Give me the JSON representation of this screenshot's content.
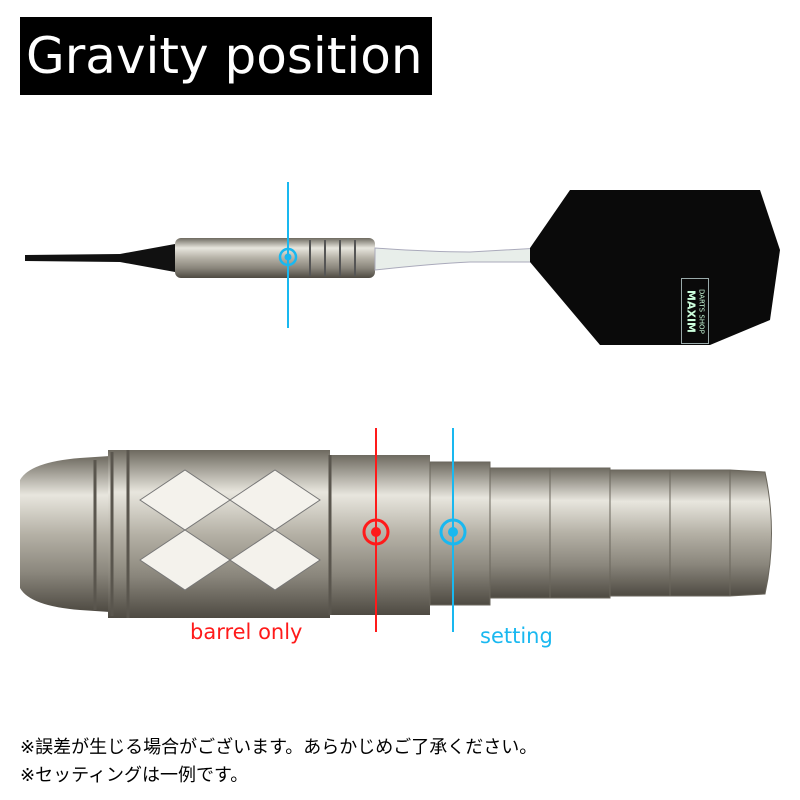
{
  "title": "Gravity position",
  "labels": {
    "barrel_only": "barrel only",
    "setting": "setting"
  },
  "flight_logo": {
    "line1": "DARTS SHOP",
    "line2": "MAXIM"
  },
  "notes": [
    "※誤差が生じる場合がございます。あらかじめご了承ください。",
    "※セッティングは一例です。"
  ],
  "colors": {
    "barrel_only": "#ff1a1a",
    "setting": "#19b8f0"
  }
}
